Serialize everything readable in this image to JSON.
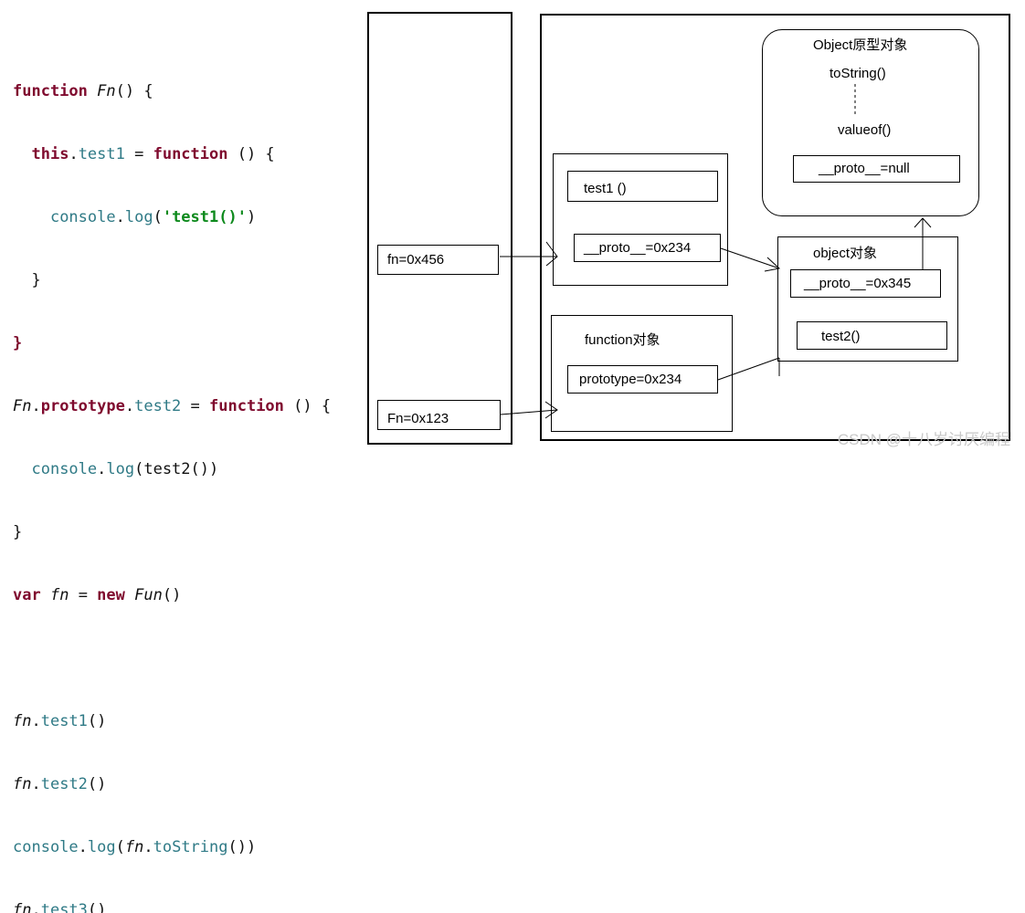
{
  "code": {
    "line1": {
      "kw": "function",
      "name": "Fn",
      "rest": "() {"
    },
    "line2": {
      "kw_this": "this",
      "dot": ".",
      "member": "test1",
      "eq": " = ",
      "kw_func": "function",
      "rest": " () {"
    },
    "line3": {
      "obj": "console",
      "dot": ".",
      "method": "log",
      "open": "(",
      "str": "'test1()'",
      "close": ")"
    },
    "line4": "}",
    "line5": "}",
    "line6": {
      "name": "Fn",
      "dot1": ".",
      "member1": "prototype",
      "dot2": ".",
      "member2": "test2",
      "eq": " = ",
      "kw_func": "function",
      "rest": " () {"
    },
    "line7": {
      "obj": "console",
      "dot": ".",
      "method": "log",
      "rest": "(test2())"
    },
    "line8": "}",
    "line9": {
      "kw_var": "var",
      "var": "fn",
      "eq": " = ",
      "kw_new": "new",
      "ctor": "Fun",
      "rest": "()"
    },
    "line11": {
      "var": "fn",
      "dot": ".",
      "member": "test1",
      "rest": "()"
    },
    "line12": {
      "var": "fn",
      "dot": ".",
      "member": "test2",
      "rest": "()"
    },
    "line13": {
      "obj": "console",
      "dot": ".",
      "method": "log",
      "open": "(",
      "var": "fn",
      "dot2": ".",
      "member": "toString",
      "rest": "())"
    },
    "line14": {
      "var": "fn",
      "dot": ".",
      "member": "test3",
      "rest": "()"
    }
  },
  "diagram": {
    "stack": {
      "fn_var": "fn=0x456",
      "Fn_var": "Fn=0x123"
    },
    "instance": {
      "test1": "test1 ()",
      "proto": "__proto__=0x234"
    },
    "function_obj": {
      "title": "function对象",
      "prototype": "prototype=0x234"
    },
    "object_obj": {
      "title": "object对象",
      "proto": "__proto__=0x345",
      "test2": "test2()"
    },
    "object_proto": {
      "title": "Object原型对象",
      "toString": "toString()",
      "valueof": "valueof()",
      "proto": "__proto__=null"
    }
  },
  "watermark": "CSDN @十八岁讨厌编程"
}
